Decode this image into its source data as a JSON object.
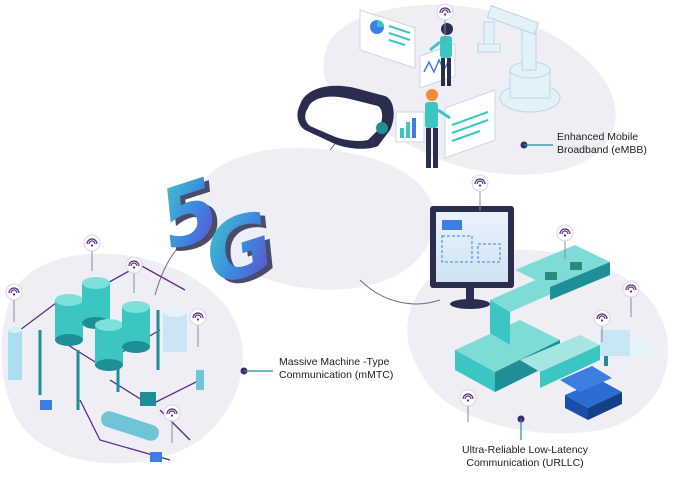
{
  "center_label": "5G",
  "callouts": {
    "embb": {
      "line1": "Enhanced Mobile",
      "line2": "Broadband (eMBB)"
    },
    "mmtc": {
      "line1": "Massive Machine -Type",
      "line2": "Communication (mMTC)"
    },
    "urllc": {
      "line1": "Ultra-Reliable Low-Latency",
      "line2": "Communication (URLLC)"
    }
  },
  "colors": {
    "teal": "#3cc6c3",
    "teal_dark": "#1f8f97",
    "blob": "#eeeef4",
    "navy": "#2b2d4f",
    "purple": "#5b2b86",
    "accent_blue": "#3d7fe0",
    "dot": "#3a2b6b"
  }
}
